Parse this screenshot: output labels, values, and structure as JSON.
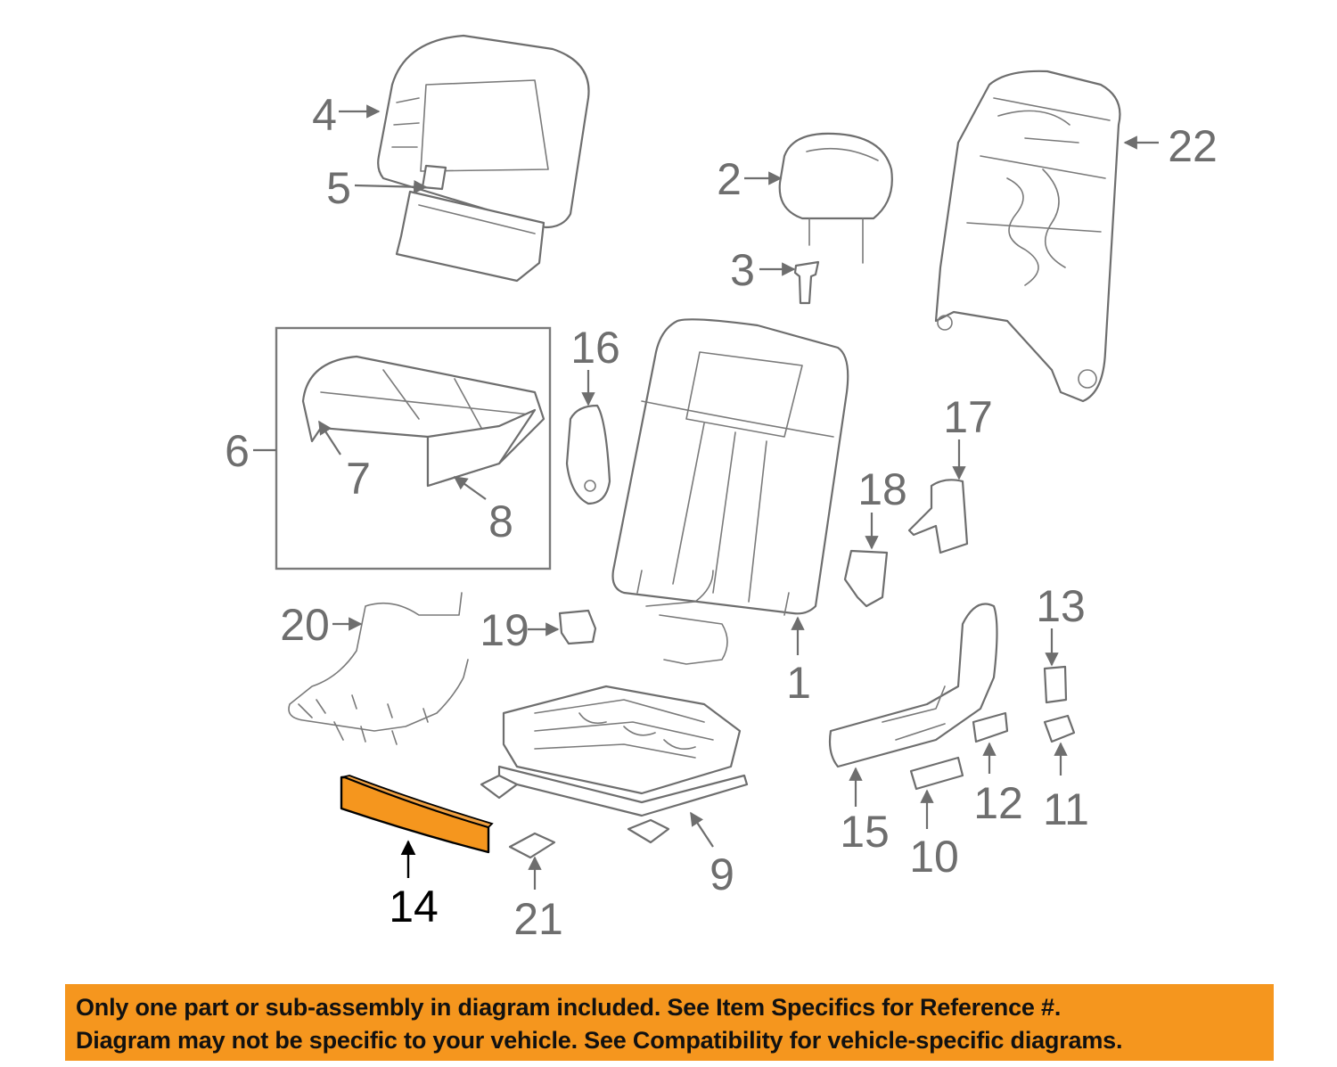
{
  "callouts": {
    "c1": "1",
    "c2": "2",
    "c3": "3",
    "c4": "4",
    "c5": "5",
    "c6": "6",
    "c7": "7",
    "c8": "8",
    "c9": "9",
    "c10": "10",
    "c11": "11",
    "c12": "12",
    "c13": "13",
    "c14": "14",
    "c15": "15",
    "c16": "16",
    "c17": "17",
    "c18": "18",
    "c19": "19",
    "c20": "20",
    "c21": "21",
    "c22": "22"
  },
  "highlighted_part": "14",
  "colors": {
    "highlight_fill": "#f5961e",
    "banner_background": "#f5961e",
    "line_art": "#6e6e6e",
    "banner_text": "#111111"
  },
  "banner": {
    "line1": "Only one part or sub-assembly in diagram included. See Item Specifics for Reference #.",
    "line2": "Diagram may not be specific to your vehicle. See Compatibility for vehicle-specific diagrams."
  }
}
